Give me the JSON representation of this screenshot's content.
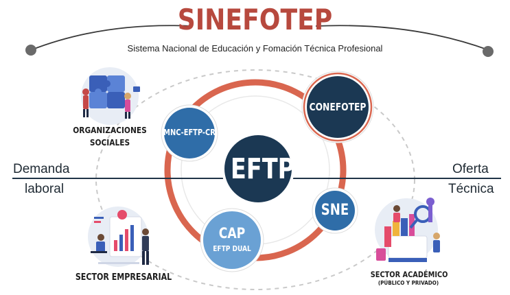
{
  "header": {
    "title": "SINEFOTEP",
    "subtitle": "Sistema Nacional de Educación y Fomación Técnica Profesional"
  },
  "axis": {
    "left_top": "Demanda",
    "left_bottom": "laboral",
    "right_top": "Oferta",
    "right_bottom": "Técnica"
  },
  "nodes": {
    "center": "EFTP",
    "mnc": "MNC-EFTP-CR",
    "conefotep": "CONEFOTEP",
    "sne": "SNE",
    "cap_line1": "CAP",
    "cap_line2": "EFTP DUAL"
  },
  "groups": {
    "org_line1": "ORGANIZACIONES",
    "org_line2": "SOCIALES",
    "empresarial": "SECTOR EMPRESARIAL",
    "academico": "SECTOR ACADÉMICO",
    "academico_sub": "(PÚBLICO Y PRIVADO)"
  },
  "colors": {
    "title_red": "#b7493e",
    "ring_red": "#d9664f",
    "navy": "#1b3853",
    "blue": "#2f6da8",
    "light_blue": "#6aa1d4"
  },
  "icons": {
    "org": "puzzle-teamwork-icon",
    "empresarial": "business-presentation-icon",
    "academico": "academic-books-icon"
  }
}
